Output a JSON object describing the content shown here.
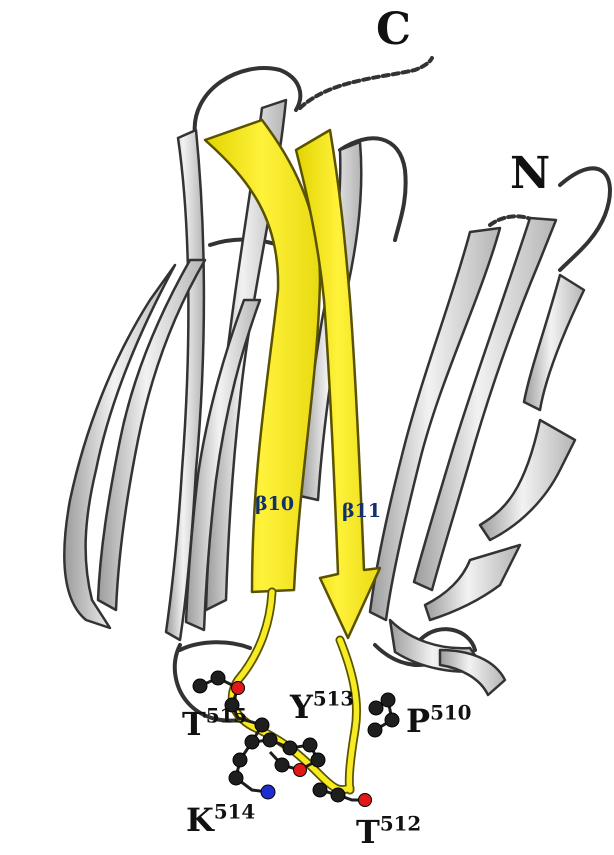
{
  "terminus_labels": {
    "c_terminus": "C",
    "n_terminus": "N"
  },
  "strand_labels": [
    {
      "text": "β10"
    },
    {
      "text": "β11"
    }
  ],
  "residue_labels": [
    {
      "letter": "T",
      "number": "515"
    },
    {
      "letter": "Y",
      "number": "513"
    },
    {
      "letter": "P",
      "number": "510"
    },
    {
      "letter": "K",
      "number": "514"
    },
    {
      "letter": "T",
      "number": "512"
    }
  ],
  "colors": {
    "background": "#ffffff",
    "highlight_strand": "#f5ec1e",
    "highlight_strand_edge": "#d8c800",
    "sheet_fill": "#e6e6e6",
    "sheet_shadow": "#a0a0a0",
    "outline": "#333333",
    "carbon_atom": "#1e1e1e",
    "oxygen_atom": "#e01818",
    "nitrogen_atom": "#1e2dd0",
    "strand_label": "#12306e"
  }
}
